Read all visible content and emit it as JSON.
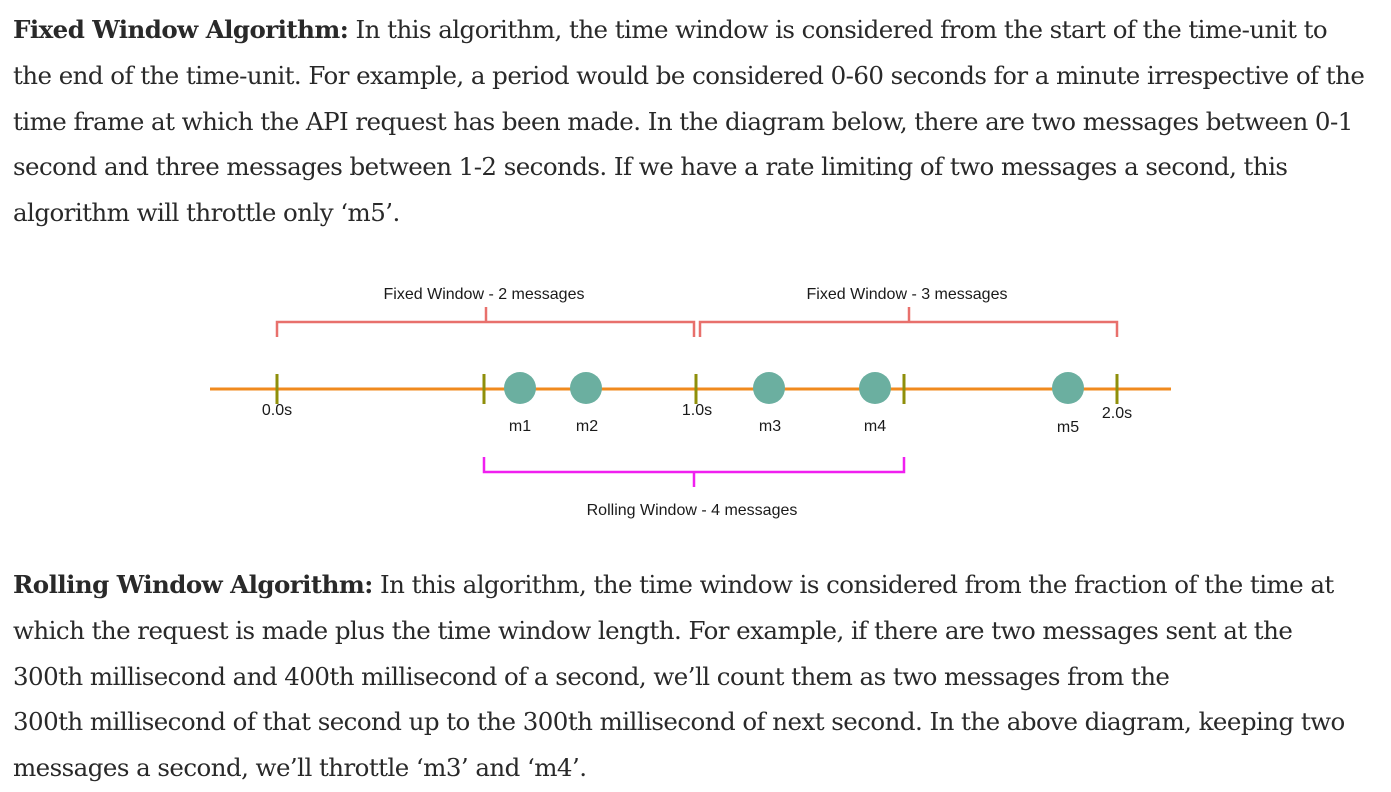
{
  "fixed_window": {
    "term": "Fixed Window Algorithm:",
    "lines": [
      " In this algorithm, the time window is considered from the start of the time-unit to",
      "the end of the time-unit. For example, a period would be considered 0-60 seconds for a minute irrespective of the",
      "time frame at which the API request has been made. In the diagram below, there are two messages between 0-1",
      "second and three messages between 1-2 seconds. If we have a rate limiting of two messages a second, this",
      "algorithm will throttle only ‘m5’."
    ]
  },
  "diagram": {
    "windows": [
      {
        "label": "Fixed Window - 2 messages",
        "color": "#e8706c"
      },
      {
        "label": "Fixed Window - 3 messages",
        "color": "#e8706c"
      },
      {
        "label": "Rolling Window - 4 messages",
        "color": "#f01ff0"
      }
    ],
    "time_labels": [
      "0.0s",
      "1.0s",
      "2.0s"
    ],
    "messages": [
      "m1",
      "m2",
      "m3",
      "m4",
      "m5"
    ],
    "colors": {
      "axis": "#f08a1e",
      "tick": "#8f8f0a",
      "message": "#6bafa0"
    }
  },
  "rolling_window": {
    "term": "Rolling Window Algorithm:",
    "lines": [
      " In this algorithm, the time window is considered from the fraction of the time at",
      "which the request is made plus the time window length. For example, if there are two messages sent at the",
      "300th millisecond and 400th millisecond of a second, we’ll count them as two messages from the",
      "300th millisecond of that second up to the 300th millisecond of next second. In the above diagram, keeping two",
      "messages a second, we’ll throttle ‘m3’ and ‘m4’."
    ]
  }
}
